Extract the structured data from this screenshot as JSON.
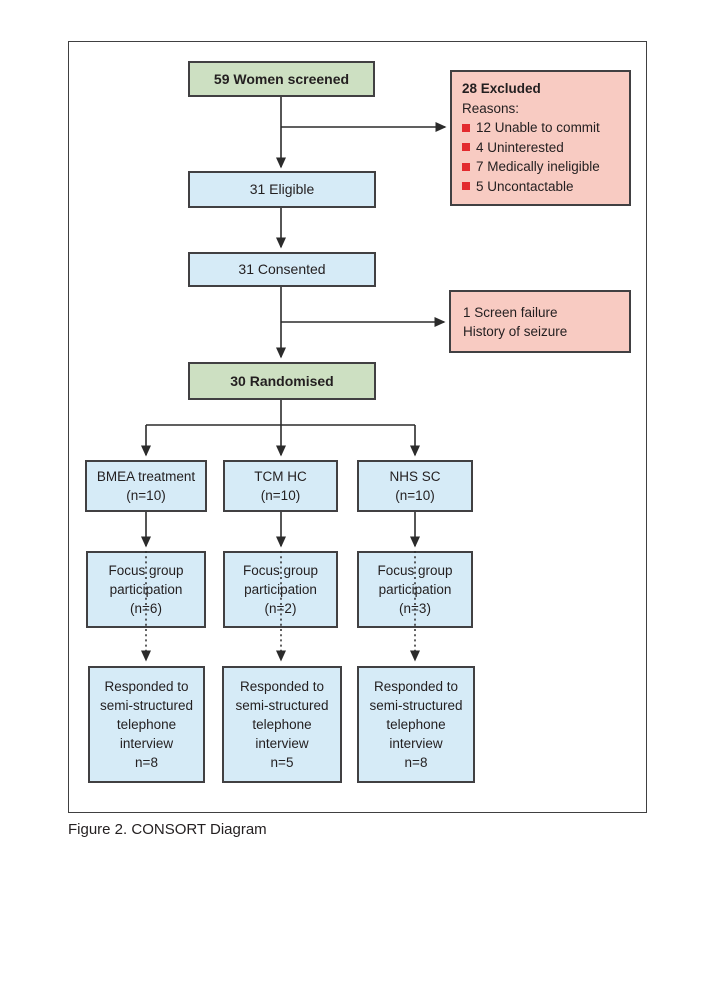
{
  "figure": {
    "caption": "Figure 2. CONSORT Diagram"
  },
  "colors": {
    "green_fill": "#cde0c2",
    "blue_fill": "#d6ebf7",
    "pink_fill": "#f8cbc2",
    "box_border": "#414042",
    "arrow_line": "#2b2b2b",
    "bullet_red": "#e32a2e",
    "text": "#231f20"
  },
  "flow": {
    "screened": {
      "label": "59 Women screened"
    },
    "excluded": {
      "title": "28 Excluded",
      "subtitle": "Reasons:",
      "reasons": [
        "12 Unable to commit",
        "4 Uninterested",
        "7 Medically ineligible",
        "5 Uncontactable"
      ]
    },
    "eligible": {
      "label": "31 Eligible"
    },
    "consented": {
      "label": "31 Consented"
    },
    "screen_failure": {
      "line1": "1 Screen failure",
      "line2": "History of seizure"
    },
    "randomised": {
      "label": "30 Randomised"
    },
    "arms": [
      {
        "allocation_line1": "BMEA treatment",
        "allocation_line2": "(n=10)",
        "focus_line1": "Focus group",
        "focus_line2": "participation",
        "focus_line3": "(n=6)",
        "interview_line1": "Responded to",
        "interview_line2": "semi-structured",
        "interview_line3": "telephone",
        "interview_line4": "interview",
        "interview_line5": "n=8"
      },
      {
        "allocation_line1": "TCM HC",
        "allocation_line2": "(n=10)",
        "focus_line1": "Focus group",
        "focus_line2": "participation",
        "focus_line3": "(n=2)",
        "interview_line1": "Responded to",
        "interview_line2": "semi-structured",
        "interview_line3": "telephone",
        "interview_line4": "interview",
        "interview_line5": "n=5"
      },
      {
        "allocation_line1": "NHS SC",
        "allocation_line2": "(n=10)",
        "focus_line1": "Focus group",
        "focus_line2": "participation",
        "focus_line3": "(n=3)",
        "interview_line1": "Responded to",
        "interview_line2": "semi-structured",
        "interview_line3": "telephone",
        "interview_line4": "interview",
        "interview_line5": "n=8"
      }
    ]
  }
}
